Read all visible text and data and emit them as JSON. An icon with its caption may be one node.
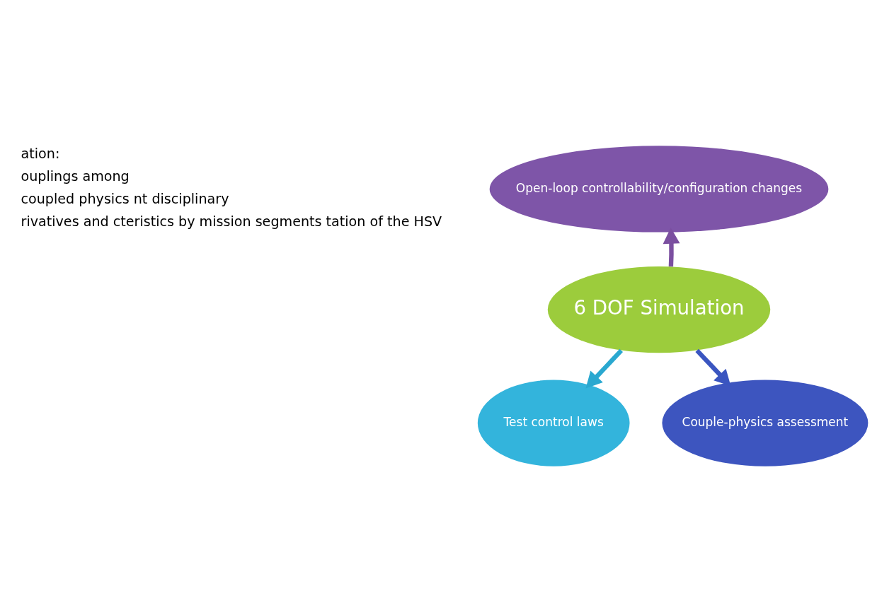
{
  "diagram": {
    "nodes": [
      {
        "text": [
          "6 DOF Simulation"
        ]
      },
      {
        "text": [
          "Open-loop controllability/configuration changes"
        ]
      },
      {
        "text": [
          "Test control laws"
        ]
      },
      {
        "text": [
          "Couple-physics assessment"
        ]
      }
    ],
    "edges": [
      {
        "from": 0,
        "to": 1,
        "arrow": "to",
        "color": "#7b4fa0"
      },
      {
        "from": 0,
        "to": 2,
        "arrow": "to",
        "color": "#2aa8d0"
      },
      {
        "from": 0,
        "to": 3,
        "arrow": "to",
        "color": "#3a55c0"
      }
    ],
    "labels": [
      "ation:",
      "ouplings among",
      "coupled physics nt disciplinary",
      "rivatives and cteristics by mission segments tation of the HSV"
    ]
  }
}
